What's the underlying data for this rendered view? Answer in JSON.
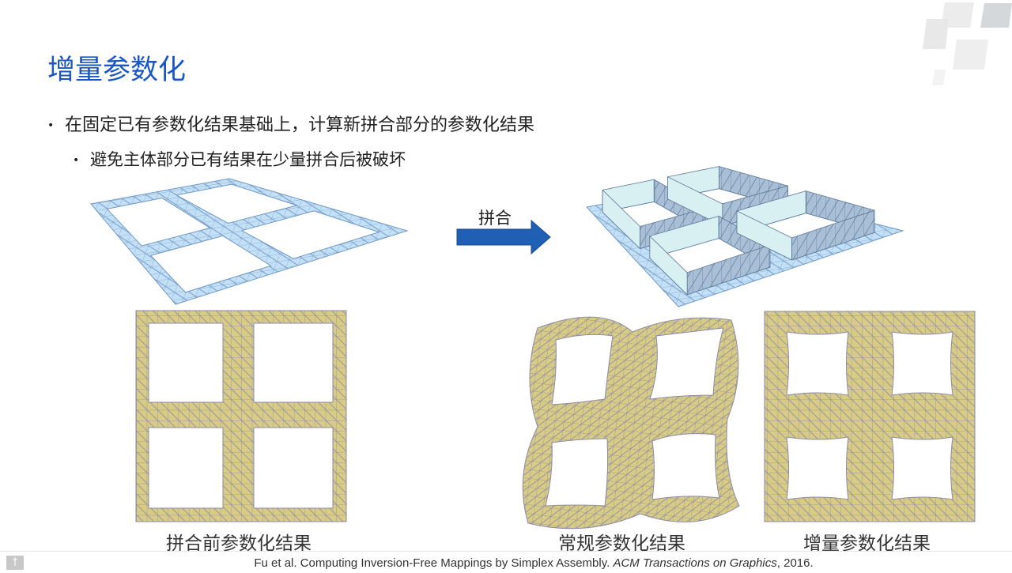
{
  "title": "增量参数化",
  "bullets": [
    "在固定已有参数化结果基础上，计算新拼合部分的参数化结果",
    "避免主体部分已有结果在少量拼合后被破坏"
  ],
  "arrow_label": "拼合",
  "captions": [
    "拼合前参数化结果",
    "常规参数化结果",
    "增量参数化结果"
  ],
  "citation": {
    "prefix": "Fu et al. Computing Inversion-Free Mappings by Simplex Assembly. ",
    "venue": "ACM Transactions on Graphics",
    "suffix": ", 2016."
  },
  "colors": {
    "title": "#1a56c8",
    "mesh_2d": "#d8cc85",
    "mesh_3d": "#bcdcf5",
    "arrow": "#1f5fb4"
  }
}
